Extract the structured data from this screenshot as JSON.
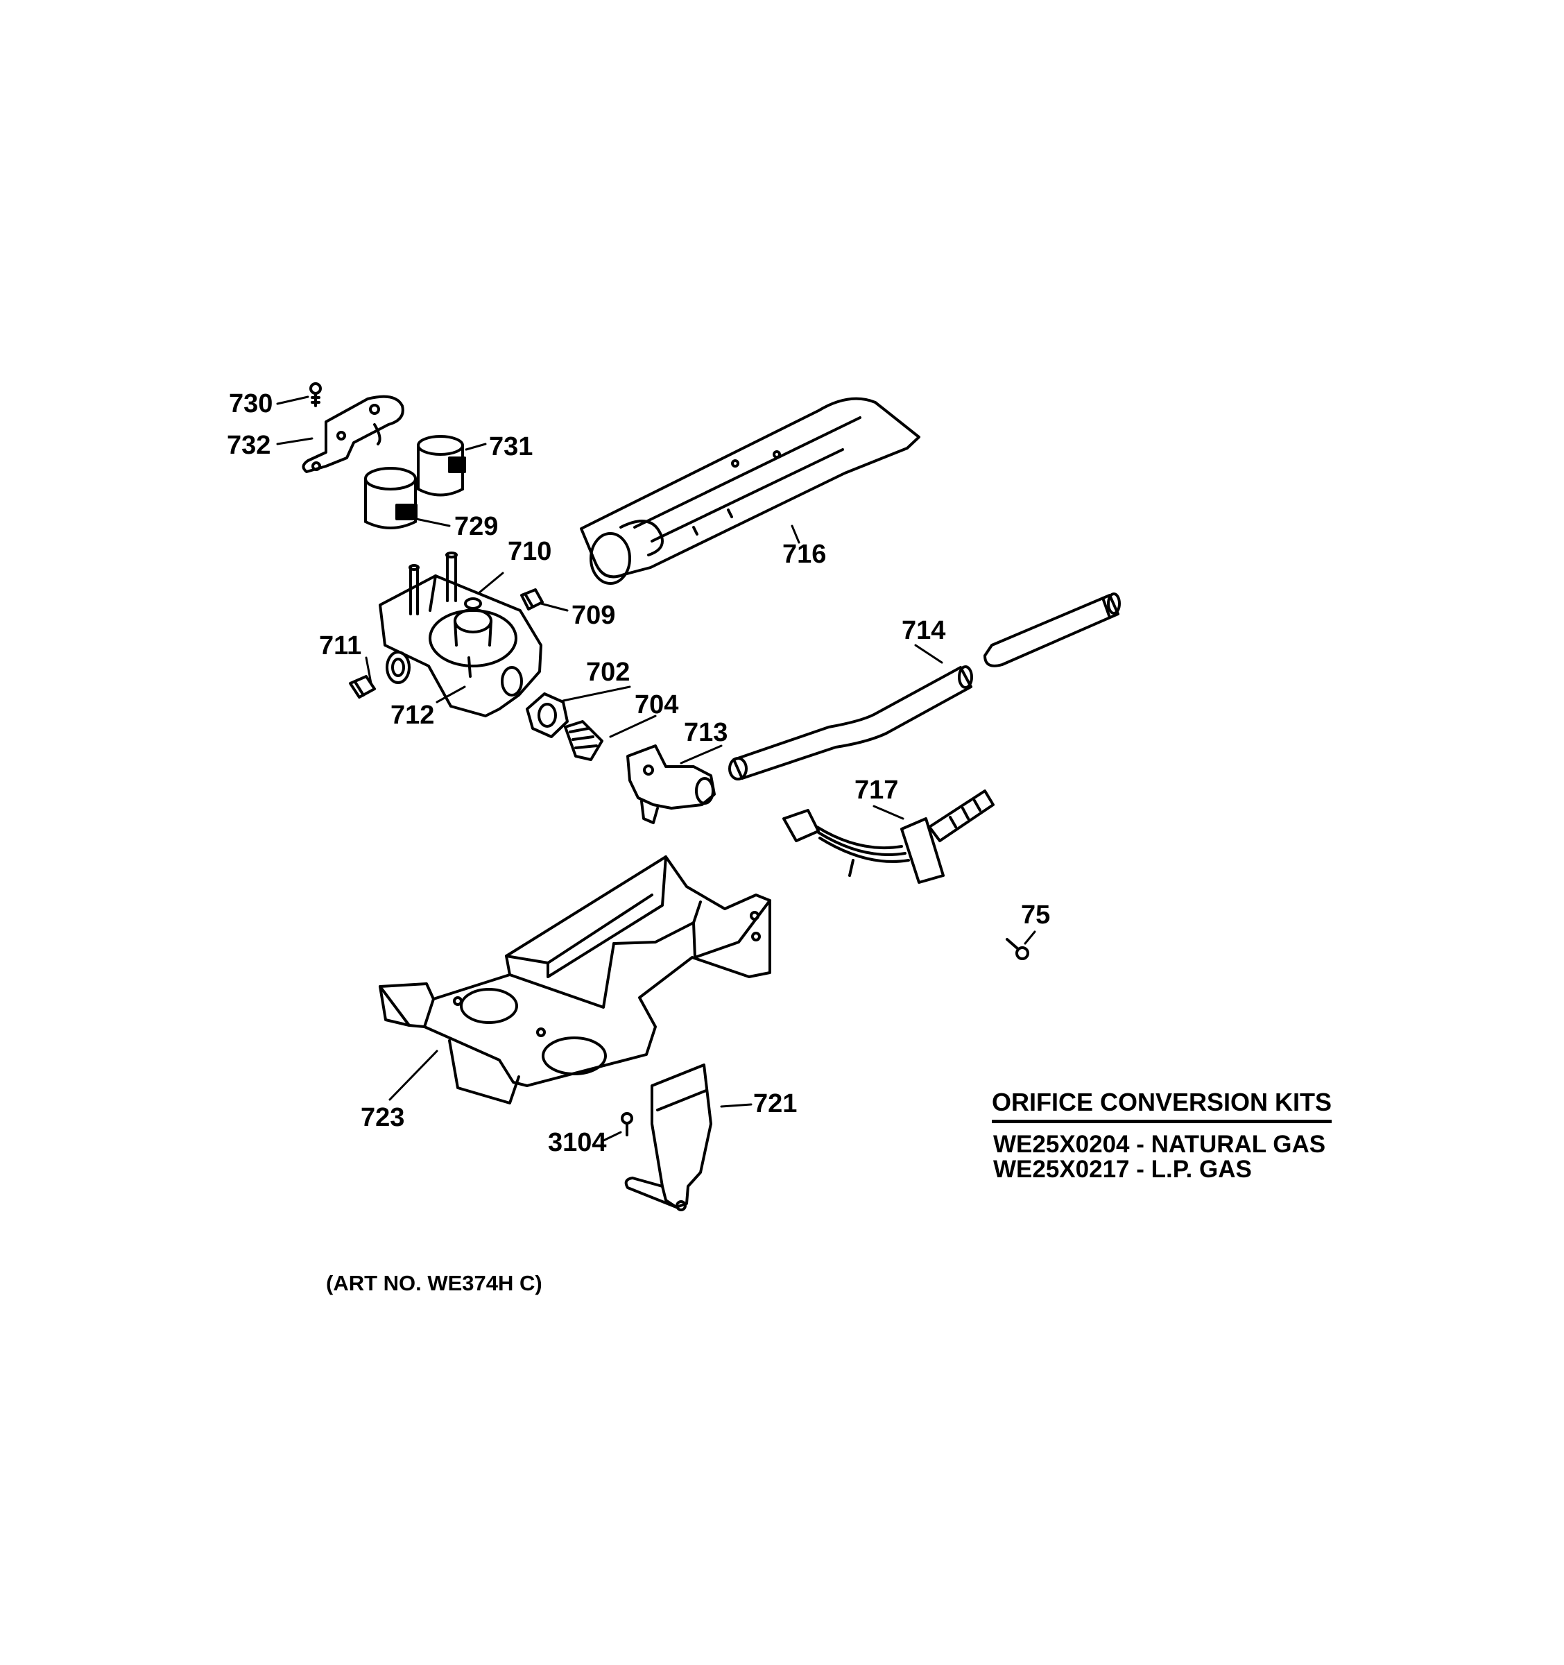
{
  "callouts": {
    "p730": "730",
    "p732": "732",
    "p731": "731",
    "p729": "729",
    "p710": "710",
    "p716": "716",
    "p709": "709",
    "p711": "711",
    "p714": "714",
    "p702": "702",
    "p712": "712",
    "p704": "704",
    "p713": "713",
    "p717": "717",
    "p75": "75",
    "p723": "723",
    "p721": "721",
    "p3104": "3104"
  },
  "kits": {
    "title": "ORIFICE CONVERSION KITS",
    "natural": "WE25X0204 - NATURAL GAS",
    "lp": "WE25X0217 - L.P. GAS"
  },
  "art_number": "(ART NO. WE374H C)"
}
